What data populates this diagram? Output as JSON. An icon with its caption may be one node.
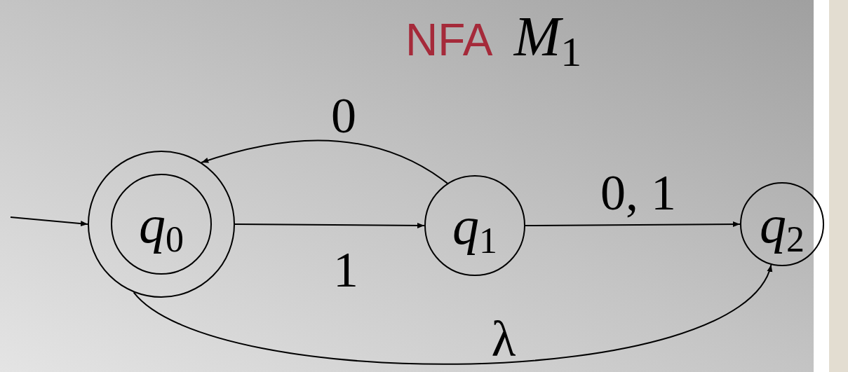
{
  "diagram": {
    "title": "NFA *M*$_{1}$",
    "nodes": [
      {
        "text": [
          "*q*$_{0}$"
        ]
      },
      {
        "text": [
          "*q*$_{1}$"
        ]
      },
      {
        "text": [
          "*q*$_{2}$"
        ]
      }
    ],
    "edges": [
      {
        "from": null,
        "to": 0,
        "arrow": "to"
      },
      {
        "from": 1,
        "to": 0,
        "arrow": "to",
        "label": "0"
      },
      {
        "from": 0,
        "to": 1,
        "arrow": "to",
        "label": "1"
      },
      {
        "from": 1,
        "to": 2,
        "arrow": "to",
        "label": "0, 1"
      },
      {
        "from": 0,
        "to": 2,
        "arrow": "to",
        "label": "λ"
      }
    ]
  }
}
